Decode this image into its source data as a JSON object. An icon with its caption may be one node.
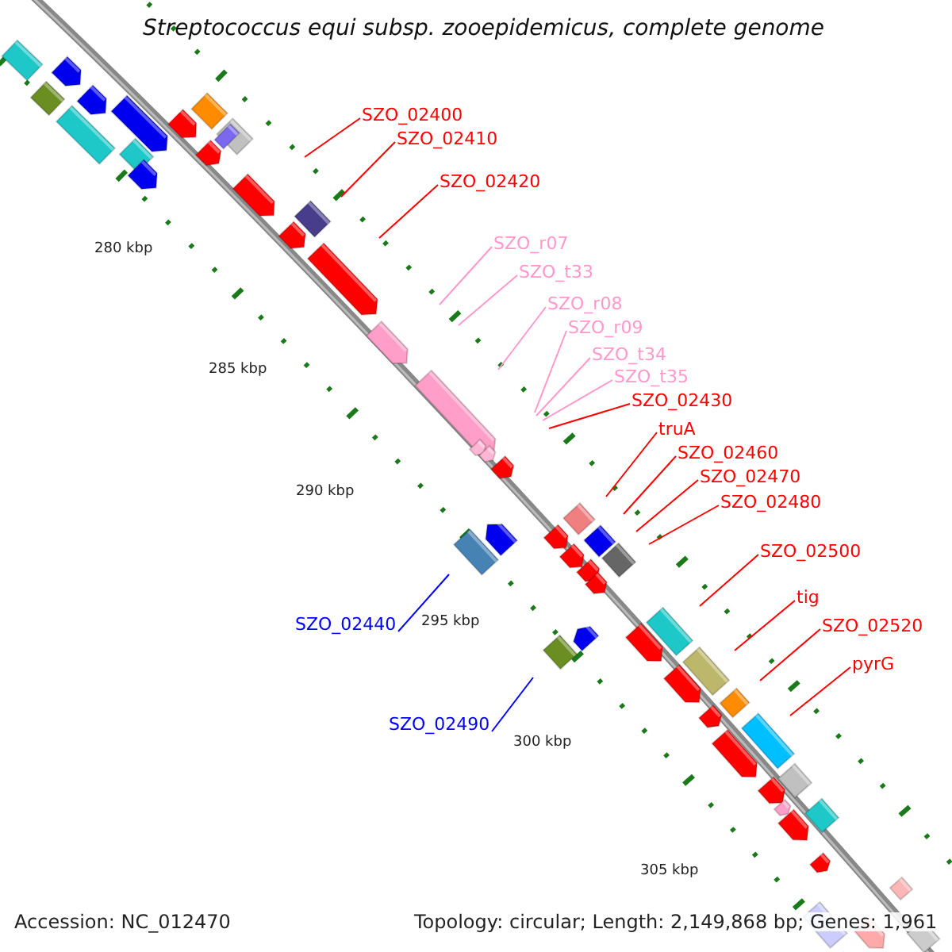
{
  "diagram": {
    "title": "Streptococcus equi subsp. zooepidemicus, complete genome",
    "nodes": [
      {
        "text": [
          "SZO_02400"
        ]
      },
      {
        "text": [
          "SZO_02410"
        ]
      },
      {
        "text": [
          "SZO_02420"
        ]
      },
      {
        "text": [
          "SZO_r07"
        ]
      },
      {
        "text": [
          "SZO_t33"
        ]
      },
      {
        "text": [
          "SZO_r08"
        ]
      },
      {
        "text": [
          "SZO_r09"
        ]
      },
      {
        "text": [
          "SZO_t34"
        ]
      },
      {
        "text": [
          "SZO_t35"
        ]
      },
      {
        "text": [
          "SZO_02430"
        ]
      },
      {
        "text": [
          "truA"
        ]
      },
      {
        "text": [
          "SZO_02460"
        ]
      },
      {
        "text": [
          "SZO_02470"
        ]
      },
      {
        "text": [
          "SZO_02480"
        ]
      },
      {
        "text": [
          "SZO_02500"
        ]
      },
      {
        "text": [
          "tig"
        ]
      },
      {
        "text": [
          "SZO_02440"
        ]
      },
      {
        "text": [
          "SZO_02520"
        ]
      },
      {
        "text": [
          "pyrG"
        ]
      },
      {
        "text": [
          "SZO_02490"
        ]
      }
    ],
    "edges": [
      {
        "from": 0,
        "to": null,
        "arrow": "none"
      },
      {
        "from": 1,
        "to": null,
        "arrow": "none"
      },
      {
        "from": 2,
        "to": null,
        "arrow": "none"
      },
      {
        "from": 3,
        "to": null,
        "arrow": "none",
        "color": "#ff99cc"
      },
      {
        "from": 4,
        "to": null,
        "arrow": "none",
        "color": "#ff99cc"
      },
      {
        "from": 5,
        "to": null,
        "arrow": "none",
        "color": "#ff99cc"
      },
      {
        "from": 6,
        "to": null,
        "arrow": "none",
        "color": "#ff99cc"
      },
      {
        "from": 7,
        "to": null,
        "arrow": "none",
        "color": "#ff99cc"
      },
      {
        "from": 8,
        "to": null,
        "arrow": "none",
        "color": "#ff99cc"
      },
      {
        "from": 9,
        "to": null,
        "arrow": "none"
      },
      {
        "from": 10,
        "to": null,
        "arrow": "none"
      },
      {
        "from": 11,
        "to": null,
        "arrow": "none"
      },
      {
        "from": 12,
        "to": null,
        "arrow": "none"
      },
      {
        "from": 13,
        "to": null,
        "arrow": "none"
      },
      {
        "from": 14,
        "to": null,
        "arrow": "none"
      },
      {
        "from": 15,
        "to": null,
        "arrow": "none"
      },
      {
        "from": 16,
        "to": null,
        "arrow": "none",
        "color": "#0000ff"
      },
      {
        "from": 17,
        "to": null,
        "arrow": "none"
      },
      {
        "from": 18,
        "to": null,
        "arrow": "none"
      },
      {
        "from": 19,
        "to": null,
        "arrow": "none",
        "color": "#0000ff"
      }
    ],
    "labels": [
      "280 kbp",
      "285 kbp",
      "290 kbp",
      "295 kbp",
      "300 kbp",
      "305 kbp",
      "Accession: NC_012470",
      "Topology: circular; Length: 2,149,868 bp; Genes: 1,961"
    ]
  }
}
